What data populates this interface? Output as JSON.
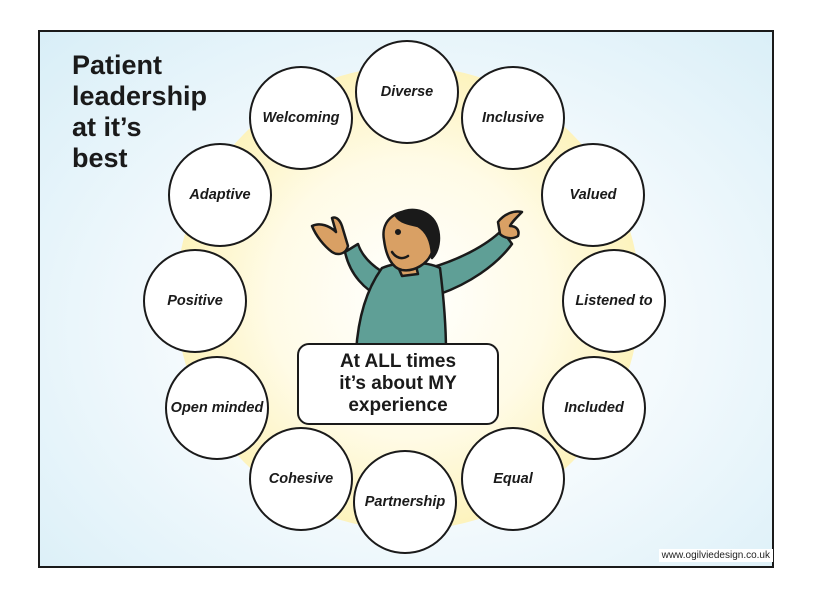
{
  "title": "Patient\nleadership\nat it’s\nbest",
  "caption": "At ALL times\nit’s about MY\nexperience",
  "qualities": [
    "Diverse",
    "Inclusive",
    "Valued",
    "Listened to",
    "Included",
    "Equal",
    "Partnership",
    "Cohesive",
    "Open minded",
    "Positive",
    "Adaptive",
    "Welcoming"
  ],
  "credit": "www.ogilviedesign.co.uk",
  "colors": {
    "glow": "#fdf6c8",
    "background": "#d8eef7",
    "shirt": "#5f9f96",
    "skin": "#d9a064",
    "hair": "#1a1a1a",
    "outline": "#1a1a1a"
  },
  "icons": [
    "person-with-raised-arms-illustration"
  ]
}
